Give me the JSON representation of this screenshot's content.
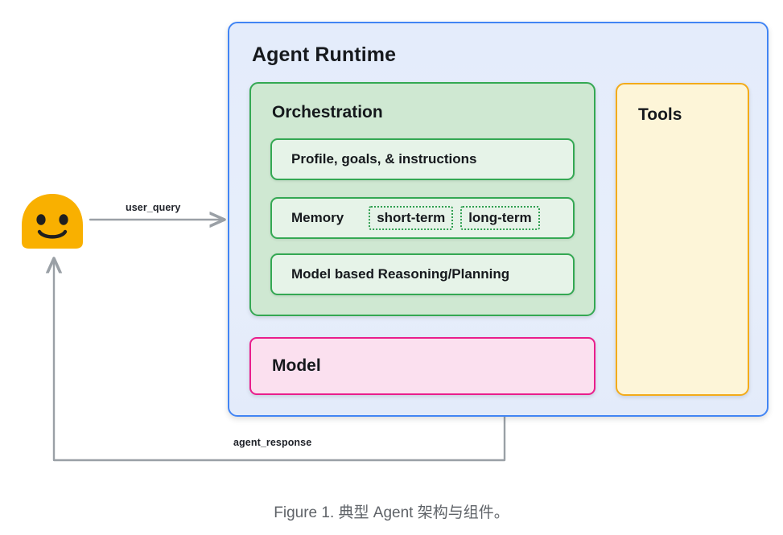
{
  "figure": {
    "caption": "Figure 1. 典型 Agent 架构与组件。"
  },
  "agent_runtime": {
    "title": "Agent Runtime",
    "border_color": "#4285f4",
    "fill_color": "#e4ecfb"
  },
  "orchestration": {
    "title": "Orchestration",
    "border_color": "#34a853",
    "fill_color": "#cfe8d2",
    "rows": [
      {
        "label": "Profile, goals, & instructions",
        "chips": []
      },
      {
        "label": "Memory",
        "chips": [
          "short-term",
          "long-term"
        ]
      },
      {
        "label": "Model based Reasoning/Planning",
        "chips": []
      }
    ]
  },
  "model_block": {
    "label": "Model",
    "border_color": "#e91e8c",
    "fill_color": "#fbe0ef"
  },
  "tools_block": {
    "label": "Tools",
    "border_color": "#f3ab1a",
    "fill_color": "#fdf5d8"
  },
  "user": {
    "icon": "smiley-face-emoji",
    "color": "#f9b000"
  },
  "edges": [
    {
      "name": "user-query",
      "label": "user_query",
      "from": "user",
      "to": "agent-runtime",
      "color": "#9aa0a6"
    },
    {
      "name": "agent-response",
      "label": "agent_response",
      "from": "agent-runtime",
      "to": "user",
      "color": "#9aa0a6"
    }
  ]
}
